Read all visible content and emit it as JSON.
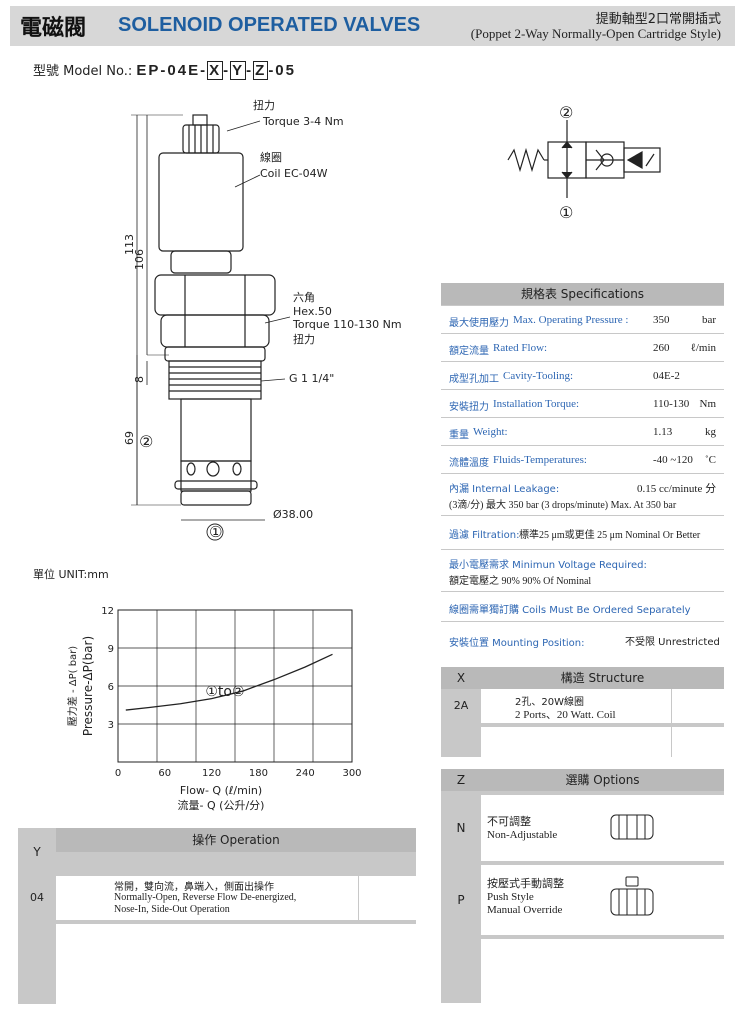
{
  "header": {
    "title_zh": "電磁閥",
    "title_en": "SOLENOID OPERATED VALVES",
    "subtitle_zh": "提動軸型2口常開插式",
    "subtitle_en": "(Poppet 2-Way Normally-Open Cartridge Style)"
  },
  "model": {
    "label": "型號 Model No.:",
    "prefix": "EP-04E-",
    "x": "X",
    "y": "Y",
    "z": "Z",
    "sep": "-",
    "suffix": "-05"
  },
  "drawing": {
    "torque_zh": "扭力",
    "torque_label": "Torque 3-4 Nm",
    "coil_zh": "線圈",
    "coil_label": "Coil EC-04W",
    "hex_zh": "六角",
    "hex_label": "Hex.50",
    "hex_torque": "Torque 110-130 Nm",
    "hex_torque_zh": "扭力",
    "thread": "G 1 1/4\"",
    "diameter": "Ø38.00",
    "dim_113": "113",
    "dim_106": "106",
    "dim_8": "8",
    "dim_69": "69",
    "port_2": "②",
    "port_1": "①",
    "unit": "單位 UNIT:mm"
  },
  "symbol": {
    "port_2": "②",
    "port_1": "①"
  },
  "chart_data": {
    "type": "line",
    "title": "",
    "xlabel": "Flow- Q (ℓ/min)",
    "xlabel_zh": "流量- Q (公升/分)",
    "ylabel": "Pressure-ΔP(bar)",
    "ylabel_zh": "壓力差 - ΔP( bar)",
    "xlim": [
      0,
      300
    ],
    "ylim": [
      0,
      12
    ],
    "xticks": [
      0,
      60,
      120,
      180,
      240,
      300
    ],
    "yticks": [
      3,
      6,
      9,
      12
    ],
    "grid": true,
    "annotation": "①to②",
    "series": [
      {
        "x": [
          10,
          40,
          80,
          120,
          160,
          200,
          240,
          275
        ],
        "y": [
          4.1,
          4.3,
          4.6,
          5.0,
          5.6,
          6.5,
          7.5,
          8.5
        ]
      }
    ]
  },
  "specs": {
    "title": "規格表 Specifications",
    "rows": [
      {
        "zh": "最大使用壓力",
        "en": "Max. Operating Pressure :",
        "value": "350",
        "unit": "bar"
      },
      {
        "zh": "額定流量",
        "en": "Rated Flow:",
        "value": "260",
        "unit": "ℓ/min"
      },
      {
        "zh": "成型孔加工",
        "en": "Cavity-Tooling:",
        "value": "04E-2",
        "unit": ""
      },
      {
        "zh": "安裝扭力",
        "en": "Installation Torque:",
        "value": "110-130",
        "unit": "Nm"
      },
      {
        "zh": "重量",
        "en": "Weight:",
        "value": "1.13",
        "unit": "kg"
      },
      {
        "zh": "流體溫度",
        "en": "Fluids-Temperatures:",
        "value": "-40 ~120",
        "unit": "˚C"
      }
    ],
    "leak_label": "內漏 Internal Leakage:",
    "leak_value": "0.15 cc/minute 分",
    "leak_line2": "(3滴/分) 最大 350 bar   (3 drops/minute) Max. At 350 bar",
    "filter_label": "過濾 Filtration:",
    "filter_text": "標準25 μm或更佳 25 μm Nominal Or Better",
    "voltage_label": "最小電壓需求 Minimun Voltage Required:",
    "voltage_text": "額定電壓之 90%       90% Of Nominal",
    "coils_note": "線圈需單獨訂購 Coils Must Be Ordered Separately",
    "mount_label": "安裝位置 Mounting Position:",
    "mount_value": "不受限  Unrestricted"
  },
  "structure": {
    "key": "X",
    "title": "構造 Structure",
    "code": "2A",
    "zh": "2孔、20W線圈",
    "en": "2 Ports、20 Watt. Coil"
  },
  "options": {
    "key": "Z",
    "title": "選購 Options",
    "items": [
      {
        "code": "N",
        "zh": "不可調整",
        "en": "Non-Adjustable",
        "en2": ""
      },
      {
        "code": "P",
        "zh": "按壓式手動調整",
        "en": "Push Style",
        "en2": "Manual Override"
      }
    ]
  },
  "operation": {
    "key": "Y",
    "title": "操作 Operation",
    "code": "04",
    "zh": "常開，雙向流，鼻端入，側面出操作",
    "en": "Normally-Open, Reverse Flow De-energized,",
    "en2": "Nose-In, Side-Out Operation"
  }
}
